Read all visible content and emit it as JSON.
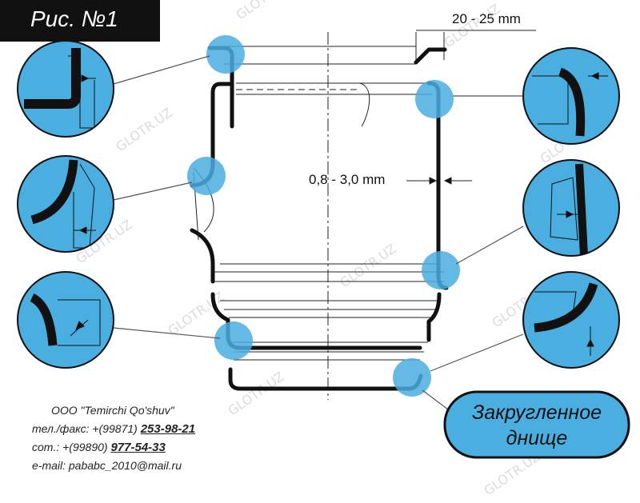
{
  "figure_label": "Рис. №1",
  "dimensions": {
    "flange_width": "20 - 25 mm",
    "wall_thickness": "0,8 - 3,0 mm"
  },
  "callout": {
    "line1": "Закругленное",
    "line2": "днище"
  },
  "contact": {
    "company": "ООО \"Temirchi Qo'shuv\"",
    "phone_label": "тел./факс: +(99871)",
    "phone": "253-98-21",
    "mobile_label": "com.: +(99890)",
    "mobile": "977-54-33",
    "email": "e-mail: pababc_2010@mail.ru"
  },
  "watermark": "GLOTR.UZ",
  "colors": {
    "accent": "#4aaee0",
    "outline": "#111111",
    "background": "#ffffff"
  }
}
